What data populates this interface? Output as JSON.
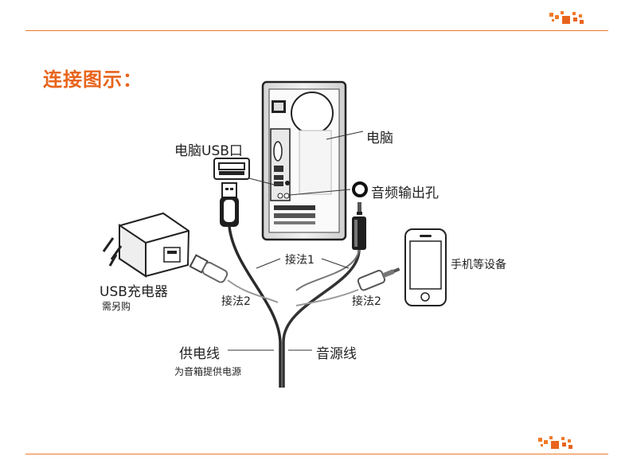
{
  "title": "连接图示：",
  "labels": {
    "pc": "电脑",
    "pc_usb": "电脑USB口",
    "audio_out": "音频输出孔",
    "phone": "手机等设备",
    "usb_charger": "USB充电器",
    "buy_separately": "需另购",
    "method1": "接法1",
    "method2_left": "接法2",
    "method2_right": "接法2",
    "power_line": "供电线",
    "power_desc": "为音箱提供电源",
    "audio_line": "音源线"
  },
  "colors": {
    "accent": "#e8641c",
    "rule": "#f07a2a"
  },
  "icons": [
    "brand-logo-icon",
    "pc-tower-icon",
    "usb-port-icon",
    "usb-plug-icon",
    "audio-jack-icon",
    "audio-port-icon",
    "charger-icon",
    "smartphone-icon"
  ]
}
